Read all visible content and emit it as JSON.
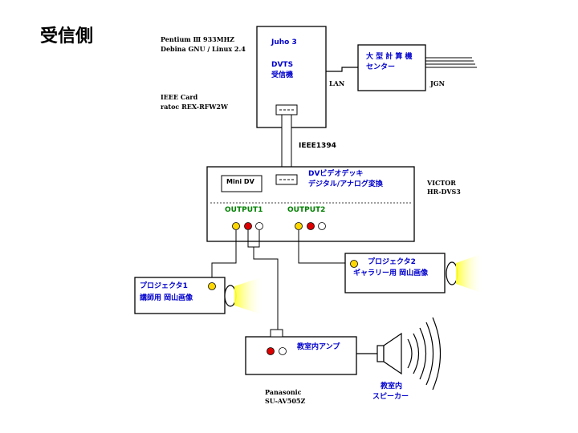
{
  "title": "受信側",
  "pc": {
    "spec_line1": "Pentium Ⅲ  933MHZ",
    "spec_line2": "Debina GNU / Linux 2.4",
    "spec_line3": "IEEE Card",
    "spec_line4": "ratoc REX-RFW2W",
    "name": "Juho 3",
    "role_line1": "DVTS",
    "role_line2": "受信機"
  },
  "center": {
    "line1": "大 型 計 算 機",
    "line2": "センター"
  },
  "lan_label": "LAN",
  "jgn_label": "JGN",
  "ieee_label": "IEEE1394",
  "deck": {
    "title_line1": "DVビデオデッキ",
    "title_line2": "デジタル/アナログ変換",
    "minidv": "Mini DV",
    "output1": "OUTPUT1",
    "output2": "OUTPUT2",
    "maker_line1": "VICTOR",
    "maker_line2": "HR-DVS3"
  },
  "projector1": {
    "line1": "プロジェクタ1",
    "line2": "講師用 岡山画像"
  },
  "projector2": {
    "line1": "プロジェクタ2",
    "line2": "ギャラリー用 岡山画像"
  },
  "amp": {
    "label": "教室内アンプ",
    "maker_line1": "Panasonic",
    "maker_line2": "SU-AV505Z"
  },
  "speaker": {
    "line1": "教室内",
    "line2": "スピーカー"
  },
  "colors": {
    "line": "#000000",
    "label_blue": "#0000cc",
    "output_green": "#008000",
    "jack_yellow": "#ffd700",
    "jack_red": "#dd0000",
    "jack_white": "#ffffff",
    "beam": "#ffff66"
  }
}
